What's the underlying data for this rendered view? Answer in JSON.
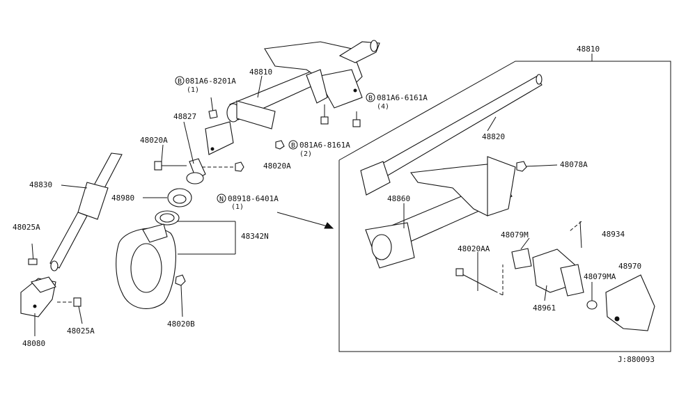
{
  "diagram": {
    "id_code": "J:880093",
    "labels": {
      "p48810_top": "48810",
      "p48810_box": "48810",
      "p48827": "48827",
      "p48020A_left": "48020A",
      "p48020A_mid": "48020A",
      "p48830": "48830",
      "p48980": "48980",
      "p48342N": "48342N",
      "p48025A_top": "48025A",
      "p48025A_bottom": "48025A",
      "p48080": "48080",
      "p48020B": "48020B",
      "p48820": "48820",
      "p48078A": "48078A",
      "p48860": "48860",
      "p48079M": "48079M",
      "p48934": "48934",
      "p48020AA": "48020AA",
      "p48079MA": "48079MA",
      "p48970": "48970",
      "p48961": "48961"
    },
    "fasteners": {
      "b1": {
        "symbol": "B",
        "code": "081A6-8201A",
        "qty": "(1)"
      },
      "b2": {
        "symbol": "B",
        "code": "081A6-6161A",
        "qty": "(4)"
      },
      "b3": {
        "symbol": "B",
        "code": "081A6-8161A",
        "qty": "(2)"
      },
      "n1": {
        "symbol": "N",
        "code": "08918-6401A",
        "qty": "(1)"
      }
    }
  }
}
